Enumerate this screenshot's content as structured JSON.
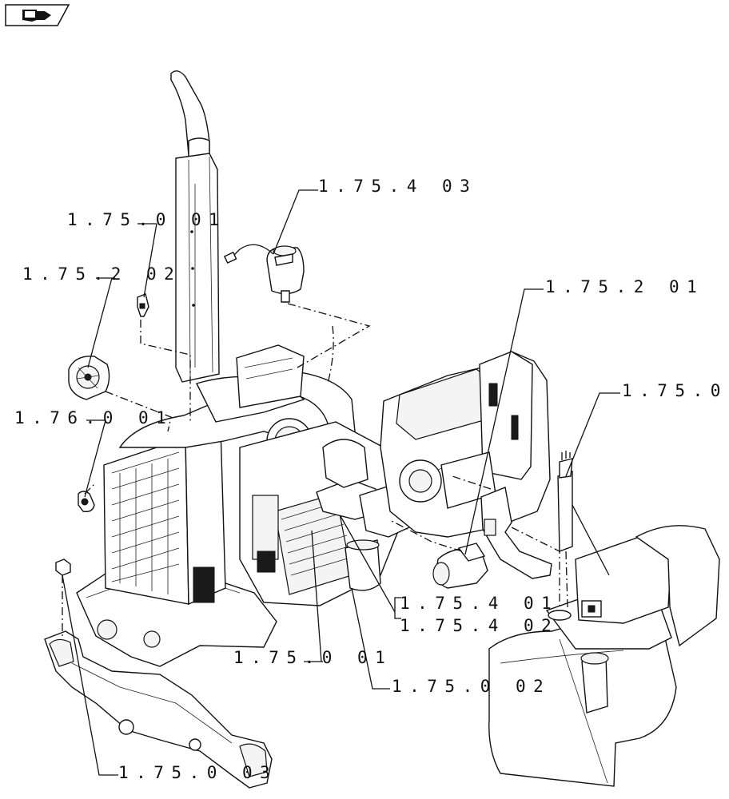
{
  "nav": {
    "icon": "book-arrow-icon"
  },
  "callouts": [
    {
      "id": "c1",
      "text": "1.75.4 03"
    },
    {
      "id": "c2",
      "text": "1.75.0 01"
    },
    {
      "id": "c3",
      "text": "1.75.2 02"
    },
    {
      "id": "c4",
      "text": "1.75.2 01"
    },
    {
      "id": "c5",
      "text": "1.76.0 01"
    },
    {
      "id": "c6",
      "text": "1.75.0"
    },
    {
      "id": "c7",
      "text": "1.75.4 01"
    },
    {
      "id": "c8",
      "text": "1.75.4 02"
    },
    {
      "id": "c9",
      "text": "1.75.0 01"
    },
    {
      "id": "c10",
      "text": "1.75.0 02"
    },
    {
      "id": "c11",
      "text": "1.75.0 03"
    }
  ]
}
